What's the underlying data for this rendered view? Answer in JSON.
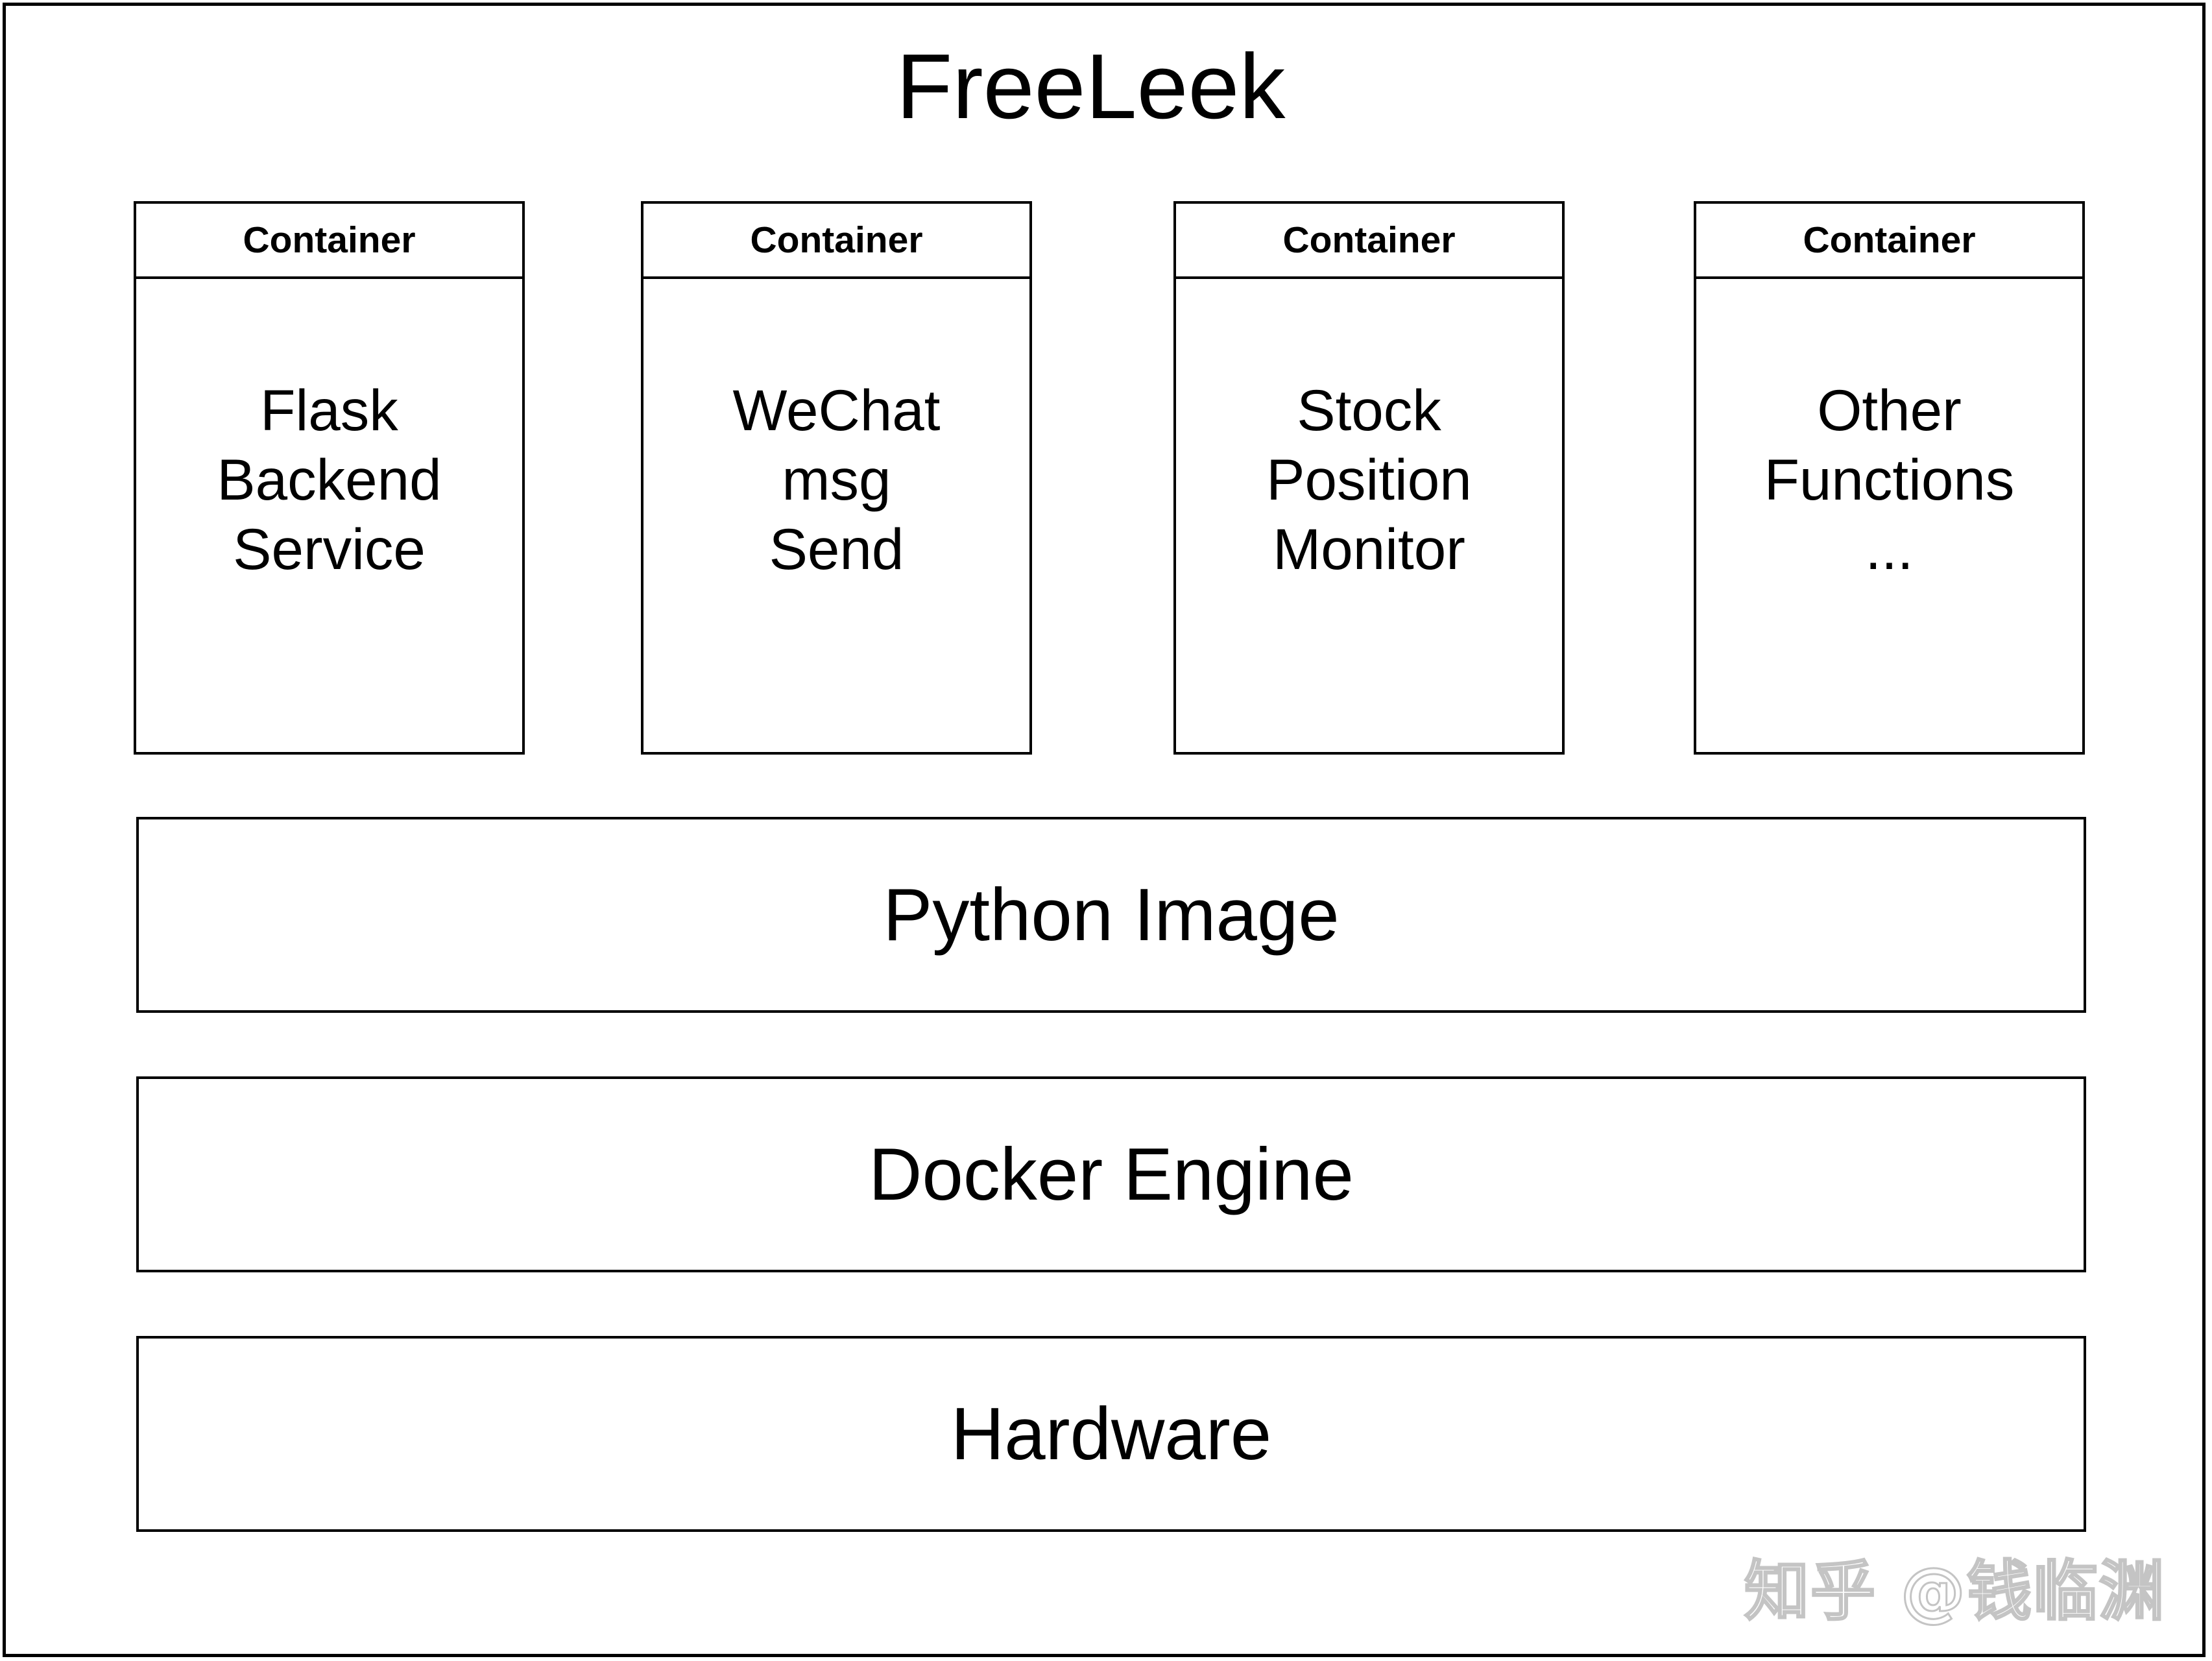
{
  "title": "FreeLeek",
  "containers": [
    {
      "header": "Container",
      "lines": [
        "Flask",
        "Backend",
        "Service"
      ]
    },
    {
      "header": "Container",
      "lines": [
        "WeChat",
        "msg",
        "Send"
      ]
    },
    {
      "header": "Container",
      "lines": [
        "Stock",
        "Position",
        "Monitor"
      ]
    },
    {
      "header": "Container",
      "lines": [
        "Other",
        "Functions",
        "..."
      ]
    }
  ],
  "layers": {
    "python_image": "Python Image",
    "docker_engine": "Docker Engine",
    "hardware": "Hardware"
  },
  "watermark": "知乎 @钱临渊"
}
